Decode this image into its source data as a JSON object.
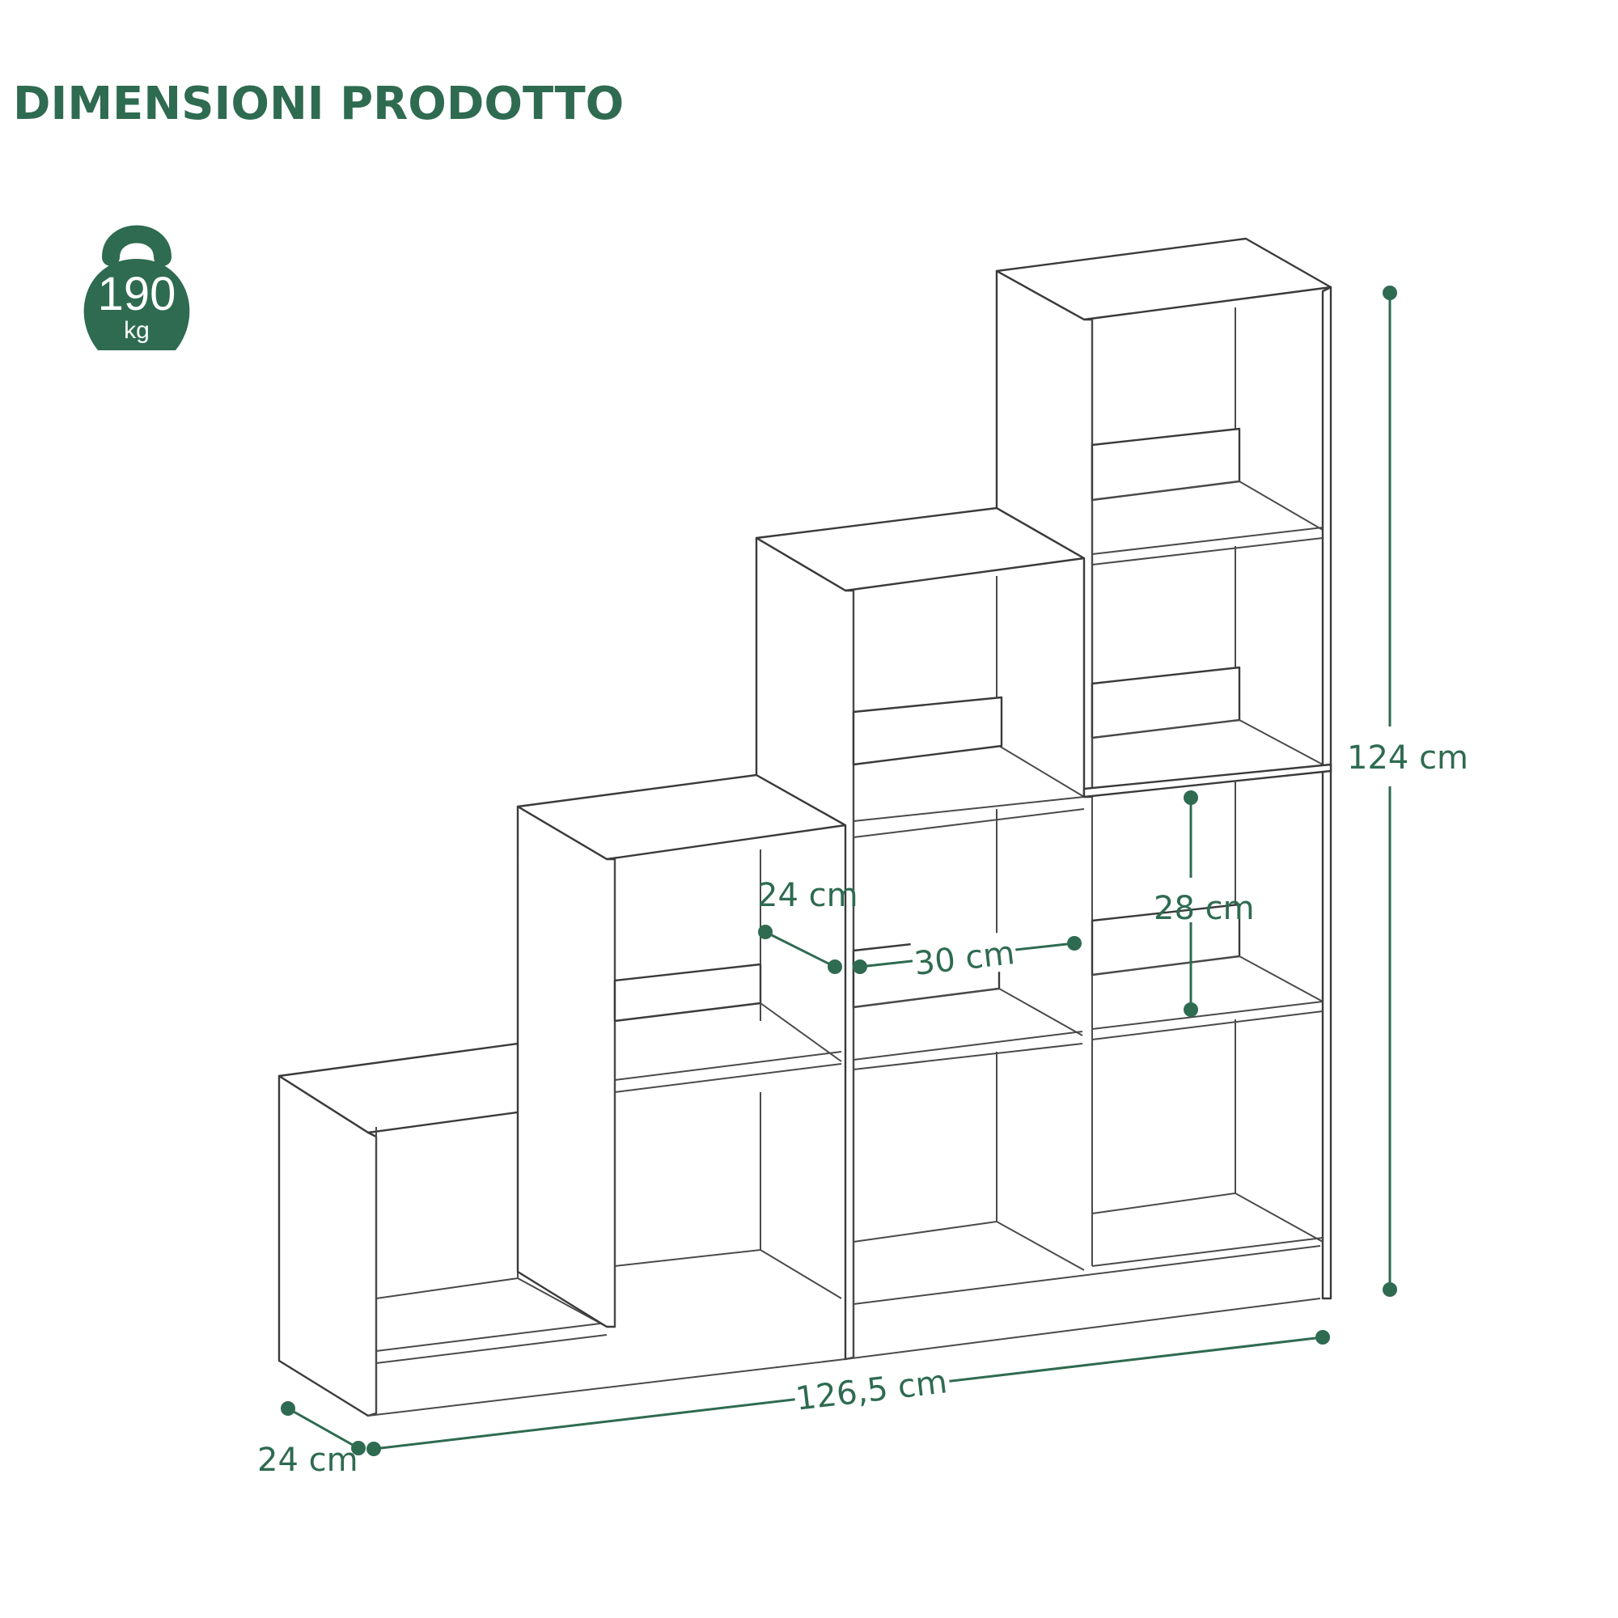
{
  "title": "DIMENSIONI PRODOTTO",
  "weight": {
    "value": "190",
    "unit": "kg",
    "icon": "kettlebell-weight-icon"
  },
  "dimensions": {
    "height": "124 cm",
    "width": "126,5 cm",
    "depth": "24 cm",
    "compartment_depth": "24 cm",
    "compartment_width": "30 cm",
    "compartment_height": "28 cm"
  },
  "colors": {
    "accent": "#2e6b50",
    "line": "#3a3a3a",
    "background": "#ffffff"
  }
}
